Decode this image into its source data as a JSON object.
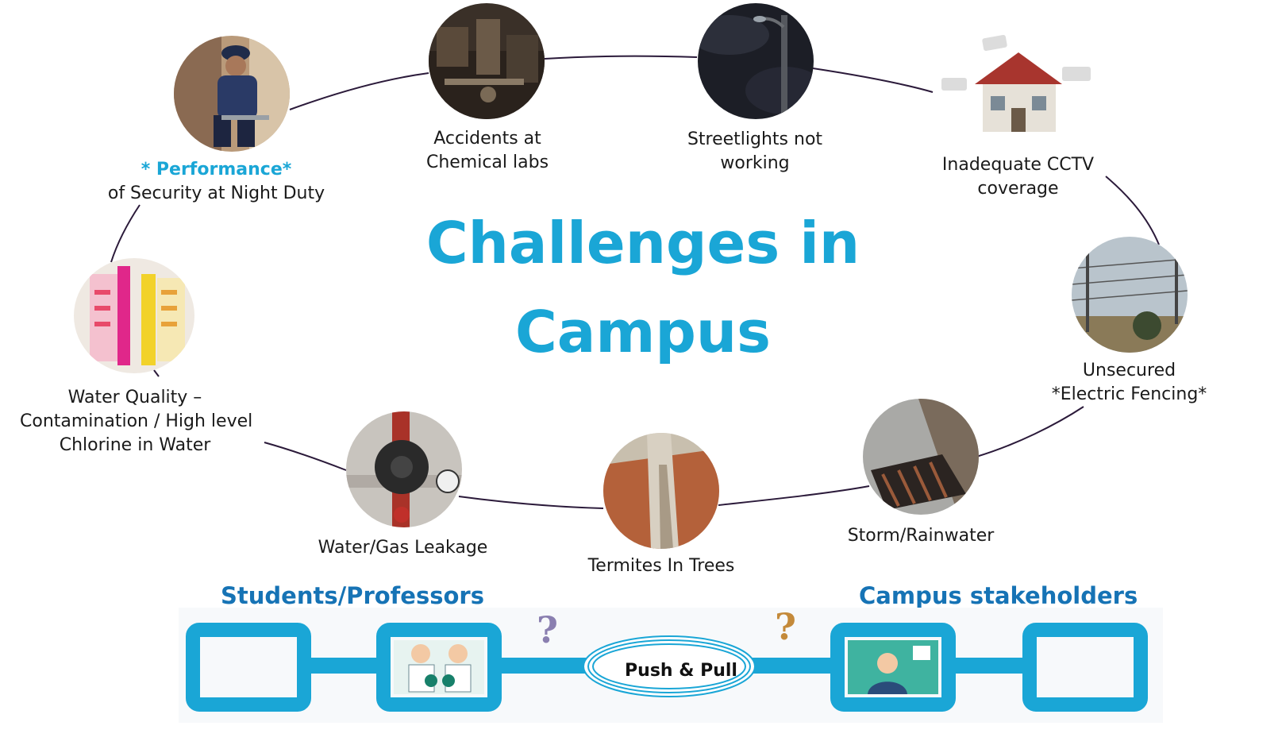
{
  "title": {
    "line1": "Challenges in",
    "line2": "Campus"
  },
  "challenges": [
    {
      "id": "security",
      "icon": "sleeping-guard-photo",
      "line1": "* Performance*",
      "line2": "of Security at Night Duty"
    },
    {
      "id": "chemical",
      "icon": "burnt-lab-photo",
      "line1": "Accidents at",
      "line2": "Chemical labs"
    },
    {
      "id": "streetlight",
      "icon": "streetlight-photo",
      "line1": "Streetlights not",
      "line2": "working"
    },
    {
      "id": "cctv",
      "icon": "cctv-house-photo",
      "line1": "Inadequate CCTV",
      "line2": "coverage"
    },
    {
      "id": "fencing",
      "icon": "electric-fence-photo",
      "line1": "Unsecured",
      "line2": "*Electric Fencing*"
    },
    {
      "id": "storm",
      "icon": "storm-drain-photo",
      "line1": "Storm/Rainwater"
    },
    {
      "id": "termites",
      "icon": "termite-tree-photo",
      "line1": "Termites In Trees"
    },
    {
      "id": "leakage",
      "icon": "valve-pipe-photo",
      "line1": "Water/Gas Leakage"
    },
    {
      "id": "water",
      "icon": "water-test-kit-photo",
      "line1": "Water Quality –",
      "line2": "Contamination /  High level",
      "line3": "Chlorine in Water"
    }
  ],
  "chain": {
    "left_heading": "Students/Professors",
    "right_heading": "Campus stakeholders",
    "center_label": "Push & Pull",
    "left_icon": "arguing-people-icon",
    "right_icon": "stressed-man-icon",
    "question_icon": "question-mark-icon"
  },
  "colors": {
    "accent": "#1aa6d6",
    "heading": "#1673b5",
    "chain": "#1aa6d6",
    "ring": "#2b1a3a"
  }
}
